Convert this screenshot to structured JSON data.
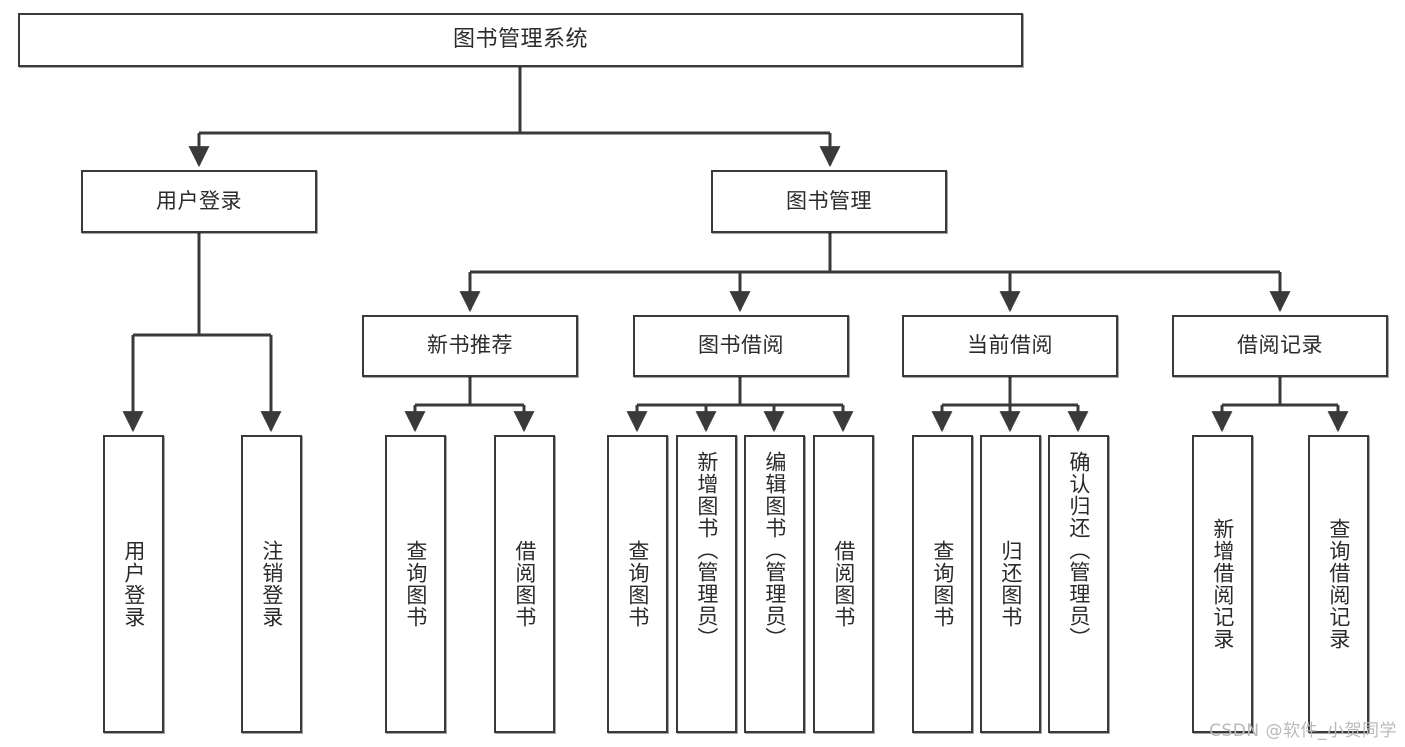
{
  "diagram": {
    "title": "图书管理系统",
    "type": "tree-hierarchy",
    "root": {
      "label": "图书管理系统"
    },
    "level2": [
      {
        "id": "user-login",
        "label": "用户登录"
      },
      {
        "id": "book-manage",
        "label": "图书管理"
      }
    ],
    "level3": [
      {
        "id": "new-book-recommend",
        "label": "新书推荐",
        "parent": "book-manage"
      },
      {
        "id": "book-borrow",
        "label": "图书借阅",
        "parent": "book-manage"
      },
      {
        "id": "current-borrow",
        "label": "当前借阅",
        "parent": "book-manage"
      },
      {
        "id": "borrow-record",
        "label": "借阅记录",
        "parent": "book-manage"
      }
    ],
    "leaves": {
      "user_login": [
        {
          "id": "leaf-user-login",
          "label": "用户登录"
        },
        {
          "id": "leaf-user-logout",
          "label": "注销登录"
        }
      ],
      "new_book_recommend": [
        {
          "id": "leaf-query-book-1",
          "label": "查询图书"
        },
        {
          "id": "leaf-borrow-book-1",
          "label": "借阅图书"
        }
      ],
      "book_borrow": [
        {
          "id": "leaf-query-book-2",
          "label": "查询图书"
        },
        {
          "id": "leaf-add-book",
          "label": "新增图书（管理员）"
        },
        {
          "id": "leaf-edit-book",
          "label": "编辑图书（管理员）"
        },
        {
          "id": "leaf-borrow-book-2",
          "label": "借阅图书"
        }
      ],
      "current_borrow": [
        {
          "id": "leaf-query-book-3",
          "label": "查询图书"
        },
        {
          "id": "leaf-return-book",
          "label": "归还图书"
        },
        {
          "id": "leaf-confirm-return",
          "label": "确认归还（管理员）"
        }
      ],
      "borrow_record": [
        {
          "id": "leaf-add-record",
          "label": "新增借阅记录"
        },
        {
          "id": "leaf-query-record",
          "label": "查询借阅记录"
        }
      ]
    },
    "watermark": "CSDN @软件_小贺同学",
    "colors": {
      "stroke": "#3a3a3a",
      "fill": "#ffffff",
      "text": "#2b2b2b",
      "watermark": "#b9b9b9"
    }
  }
}
